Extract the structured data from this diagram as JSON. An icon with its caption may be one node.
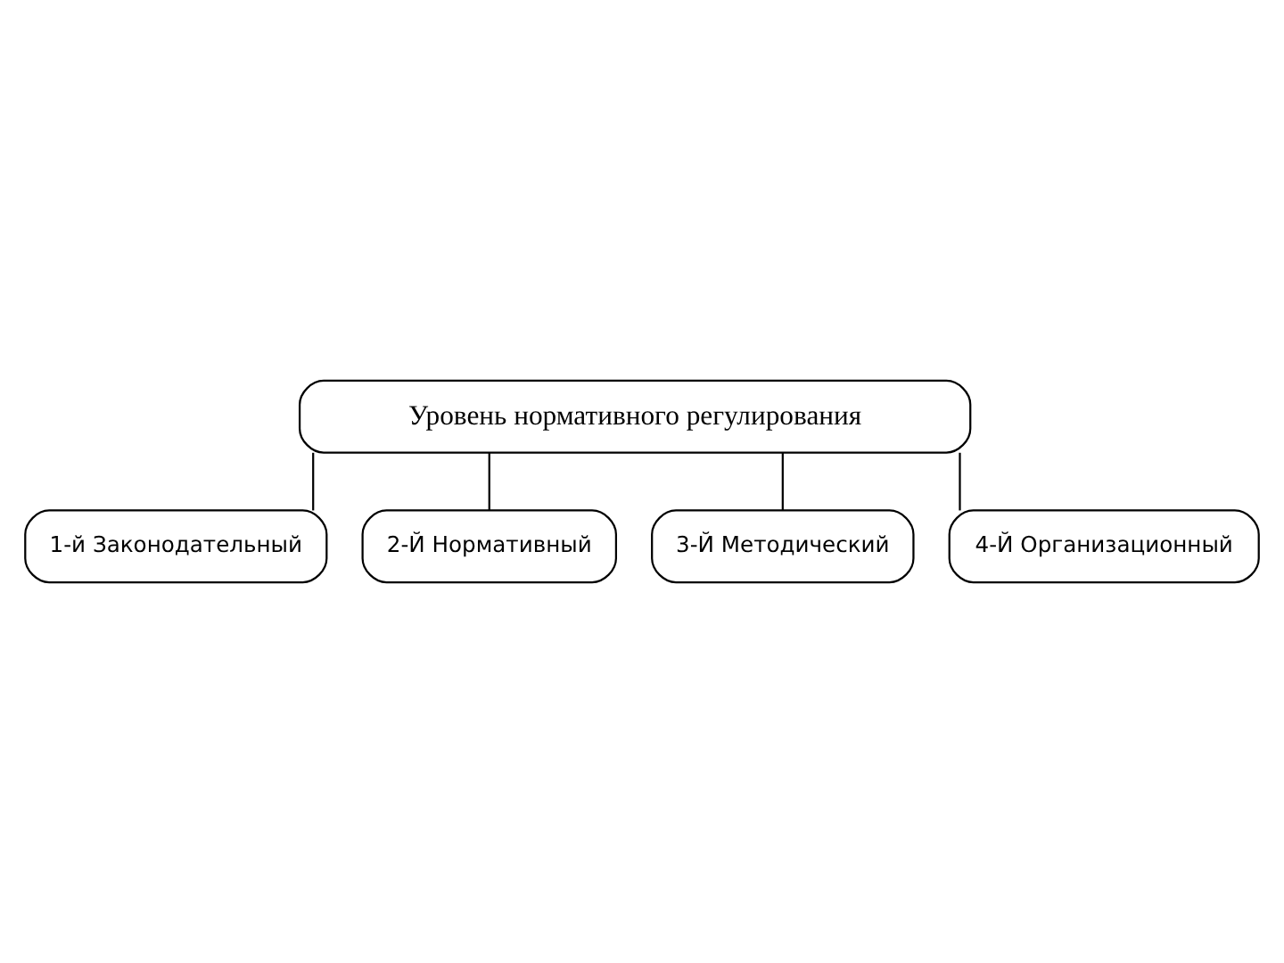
{
  "diagram": {
    "nodes": [
      {
        "text": [
          "Уровень нормативного регулирования"
        ]
      },
      {
        "text": [
          "1-й Законодательный"
        ]
      },
      {
        "text": [
          "2-Й Нормативный"
        ]
      },
      {
        "text": [
          "3-Й Методический"
        ]
      },
      {
        "text": [
          "4-Й Организационный"
        ]
      }
    ],
    "edges": [
      {
        "from": 0,
        "to": 1,
        "arrow": "none"
      },
      {
        "from": 0,
        "to": 2,
        "arrow": "none"
      },
      {
        "from": 0,
        "to": 3,
        "arrow": "none"
      },
      {
        "from": 0,
        "to": 4,
        "arrow": "none"
      }
    ]
  }
}
